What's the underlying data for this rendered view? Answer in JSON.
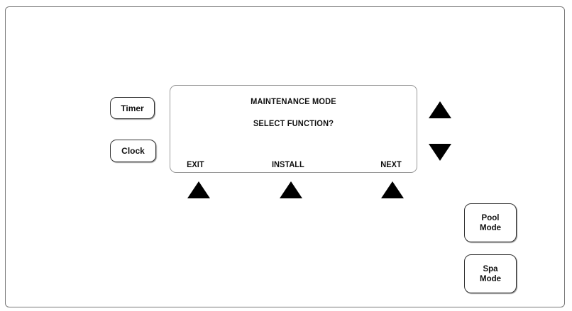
{
  "side_buttons": {
    "timer_label": "Timer",
    "clock_label": "Clock"
  },
  "display": {
    "line1": "MAINTENANCE MODE",
    "line2": "SELECT FUNCTION?",
    "softkeys": {
      "left": "EXIT",
      "center": "INSTALL",
      "right": "NEXT"
    }
  },
  "scroll": {
    "up_icon": "triangle-up",
    "down_icon": "triangle-down"
  },
  "mode_buttons": {
    "pool": {
      "line1": "Pool",
      "line2": "Mode"
    },
    "spa": {
      "line1": "Spa",
      "line2": "Mode"
    }
  }
}
